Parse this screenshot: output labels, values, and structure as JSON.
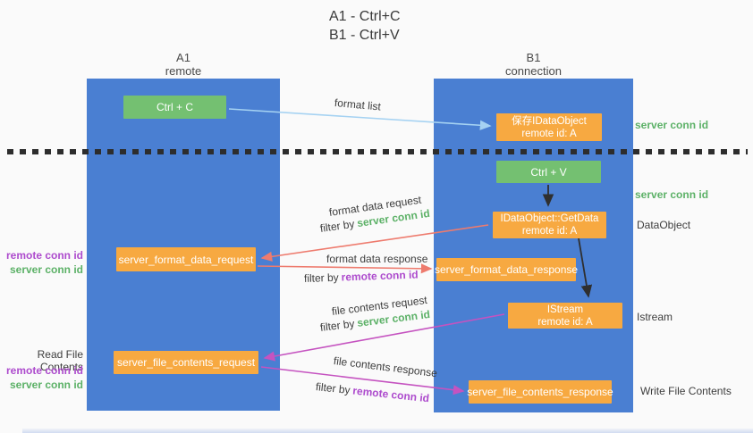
{
  "title": {
    "line1": "A1 - Ctrl+C",
    "line2": "B1 - Ctrl+V"
  },
  "columns": {
    "left": {
      "name": "A1",
      "subtitle": "remote"
    },
    "right": {
      "name": "B1",
      "subtitle": "connection"
    }
  },
  "boxes": {
    "ctrl_c": "Ctrl + C",
    "ctrl_v": "Ctrl + V",
    "save_dataobject_line1": "保存IDataObject",
    "save_dataobject_line2": "remote id: A",
    "getdata_line1": "IDataObject::GetData",
    "getdata_line2": "remote id: A",
    "istream_line1": "IStream",
    "istream_line2": "remote id: A",
    "format_request": "server_format_data_request",
    "format_response": "server_format_data_response",
    "file_request": "server_file_contents_request",
    "file_response": "server_file_contents_response"
  },
  "arrow_labels": {
    "format_list": "format list",
    "format_data_request": "format data request",
    "format_data_response": "format data response",
    "file_contents_request": "file contents request",
    "file_contents_response": "file contents response",
    "filter_by": "filter by",
    "server_conn_id": "server conn id",
    "remote_conn_id": "remote conn id"
  },
  "side_labels": {
    "server_conn_id_top": "server conn id",
    "server_conn_id_mid": "server conn id",
    "dataobject": "DataObject",
    "istream": "Istream",
    "read_file_contents": "Read File Contents",
    "write_file_contents": "Write File Contents",
    "remote_conn_id": "remote conn id",
    "server_conn_id": "server conn id"
  },
  "colors": {
    "background": "#fafafa",
    "column_blue": "#4a7fd2",
    "box_green": "#74c071",
    "box_orange": "#f7a941",
    "label_green": "#5cb167",
    "label_purple": "#ad4bcd",
    "arrow_blue": "#a5d2f2",
    "arrow_salmon": "#ee7b6e",
    "arrow_magenta": "#c553c0",
    "arrow_black": "#2f2f2f"
  }
}
